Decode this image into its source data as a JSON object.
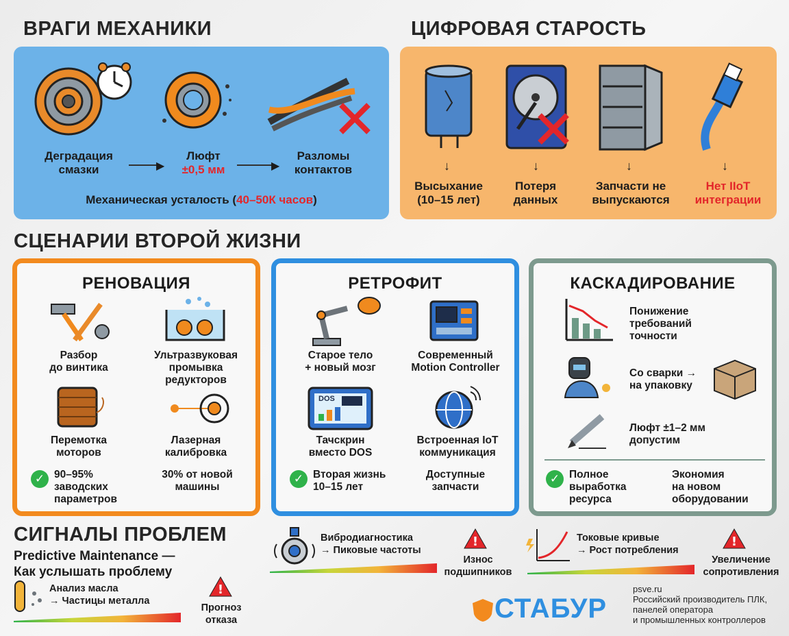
{
  "sections": {
    "mech_enemies": "ВРАГИ МЕХАНИКИ",
    "digital_aging": "ЦИФРОВАЯ СТАРОСТЬ",
    "second_life": "СЦЕНАРИИ ВТОРОЙ ЖИЗНИ",
    "problem_signals": "СИГНАЛЫ ПРОБЛЕМ"
  },
  "mech": {
    "item1": [
      "Деградация",
      "смазки"
    ],
    "item2": [
      "Люфт",
      "±0,5 мм"
    ],
    "item3": [
      "Разломы",
      "контактов"
    ],
    "fatigue_prefix": "Механическая усталость (",
    "fatigue_hours": "40–50К часов",
    "fatigue_suffix": ")"
  },
  "digital": {
    "item1": [
      "Высыхание",
      "(10–15 лет)"
    ],
    "item2": [
      "Потеря",
      "данных"
    ],
    "item3": [
      "Запчасти не",
      "выпускаются"
    ],
    "item4": [
      "Нет IIoT",
      "интеграции"
    ],
    "arrow": "↓"
  },
  "renovation": {
    "title": "РЕНОВАЦИЯ",
    "a": [
      "Разбор",
      "до винтика"
    ],
    "b": [
      "Ультразвуковая",
      "промывка",
      "редукторов"
    ],
    "c": [
      "Перемотка",
      "моторов"
    ],
    "d": [
      "Лазерная",
      "калибровка"
    ],
    "e": [
      "90–95%",
      "заводских",
      "параметров"
    ],
    "f": [
      "30% от новой",
      "машины"
    ]
  },
  "retrofit": {
    "title": "РЕТРОФИТ",
    "a": [
      "Старое тело",
      "+ новый мозг"
    ],
    "b": [
      "Современный",
      "Motion Controller"
    ],
    "c": [
      "Тачскрин",
      "вместо DOS"
    ],
    "d": [
      "Встроенная IoT",
      "коммуникация"
    ],
    "e": [
      "Вторая жизнь",
      "10–15 лет"
    ],
    "f": [
      "Доступные",
      "запчасти"
    ],
    "dos_label": "DOS"
  },
  "cascade": {
    "title": "КАСКАДИРОВАНИЕ",
    "a": [
      "Понижение",
      "требований",
      "точности"
    ],
    "b": [
      "Со сварки →",
      "на упаковку"
    ],
    "c": [
      "Люфт ±1–2 мм",
      "допустим"
    ],
    "d": [
      "Полное",
      "выработка",
      "ресурса"
    ],
    "e": [
      "Экономия",
      "на новом",
      "оборудовании"
    ]
  },
  "signals": {
    "pm_title": [
      "Predictive Maintenance —",
      "Как услышать проблему"
    ],
    "oil": [
      "Анализ масла",
      "→ Частицы металла"
    ],
    "oil_result": [
      "Прогноз",
      "отказа"
    ],
    "vibro": [
      "Вибродиагностика",
      "→ Пиковые частоты"
    ],
    "vibro_result": [
      "Износ",
      "подшипников"
    ],
    "current": [
      "Токовые кривые",
      "→ Рост потребления"
    ],
    "current_result": [
      "Увеличение",
      "сопротивления"
    ]
  },
  "brand": {
    "logo": "СТАБУР",
    "site": "psve.ru",
    "desc": [
      "Российский производитель ПЛК,",
      "панелей оператора",
      "и промышленных контроллеров"
    ]
  },
  "colors": {
    "blue_panel": "#6cb2e8",
    "orange_panel": "#f7b66c",
    "orange_border": "#f28a1e",
    "blue_border": "#2f8fe0",
    "gray_border": "#7d9a8e",
    "red": "#e3262a",
    "green": "#2fb24a"
  }
}
